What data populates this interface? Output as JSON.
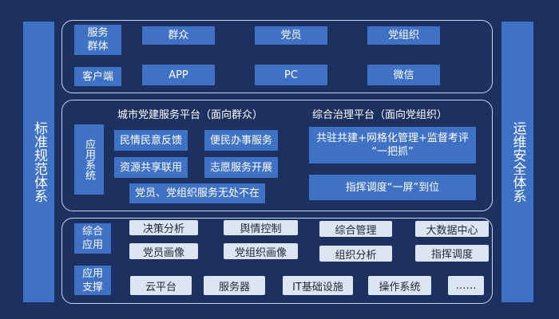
{
  "side_left": "标准规范体系",
  "side_right": "运维安全体系",
  "top": {
    "row1_label": "服务\n群体",
    "row1_items": [
      "群众",
      "党员",
      "党组织"
    ],
    "row2_label": "客户端",
    "row2_items": [
      "APP",
      "PC",
      "微信"
    ]
  },
  "middle": {
    "label": "应用系统",
    "left_title": "城市党建服务平台（面向群众）",
    "left_items": [
      "民情民意反馈",
      "便民办事服务",
      "资源共享联用",
      "志愿服务开展"
    ],
    "left_wide": "党员、党组织服务无处不在",
    "right_title": "综合治理平台（面向党组织）",
    "right_items": [
      "共驻共建+网格化管理+监督考评\n“一把抓”",
      "指挥调度“一屏”到位"
    ]
  },
  "bottom": {
    "row1_label": "综合\n应用",
    "row1_items": [
      "决策分析",
      "舆情控制",
      "综合管理",
      "大数据中心",
      "党员画像",
      "党组织画像",
      "组织分析",
      "指挥调度"
    ],
    "row2_label": "应用\n支撑",
    "row2_items": [
      "云平台",
      "服务器",
      "IT基础设施",
      "操作系统",
      "……"
    ]
  },
  "colors": {
    "background": "#1d3161",
    "box_blue": "#3f72c4",
    "box_light": "#dbe5f4",
    "panel_border": "#c9d6ef"
  }
}
